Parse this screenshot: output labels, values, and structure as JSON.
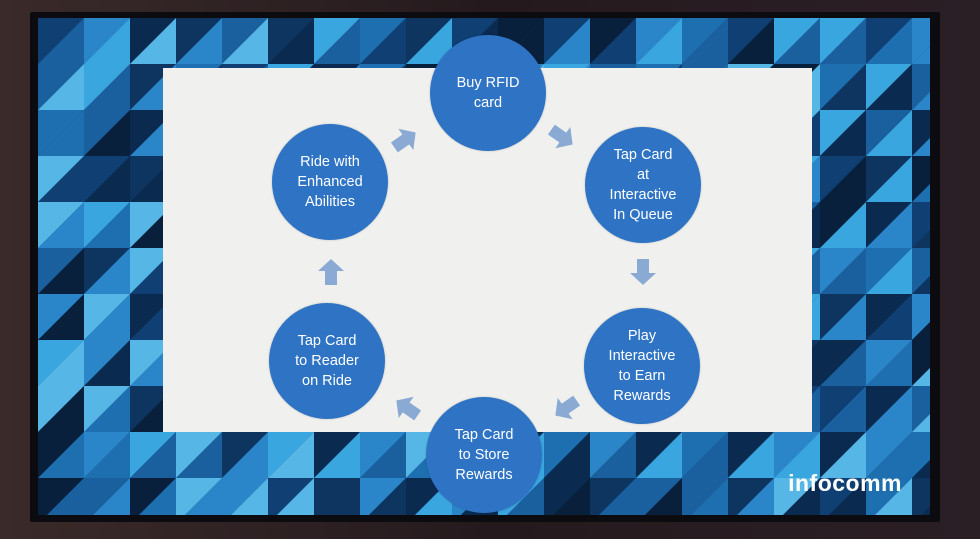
{
  "slide": {
    "steps": [
      "Buy RFID\ncard",
      "Tap Card\nat\nInteractive\nIn Queue",
      "Play\nInteractive\nto Earn\nRewards",
      "Tap Card\nto Store\nRewards",
      "Tap Card\nto Reader\non Ride",
      "Ride with\nEnhanced\nAbilities"
    ],
    "logo": "infocomm",
    "colors": {
      "node": "#2e73c4",
      "arrow": "#8aaad4",
      "slide_bg": "#f0f0ee"
    }
  }
}
